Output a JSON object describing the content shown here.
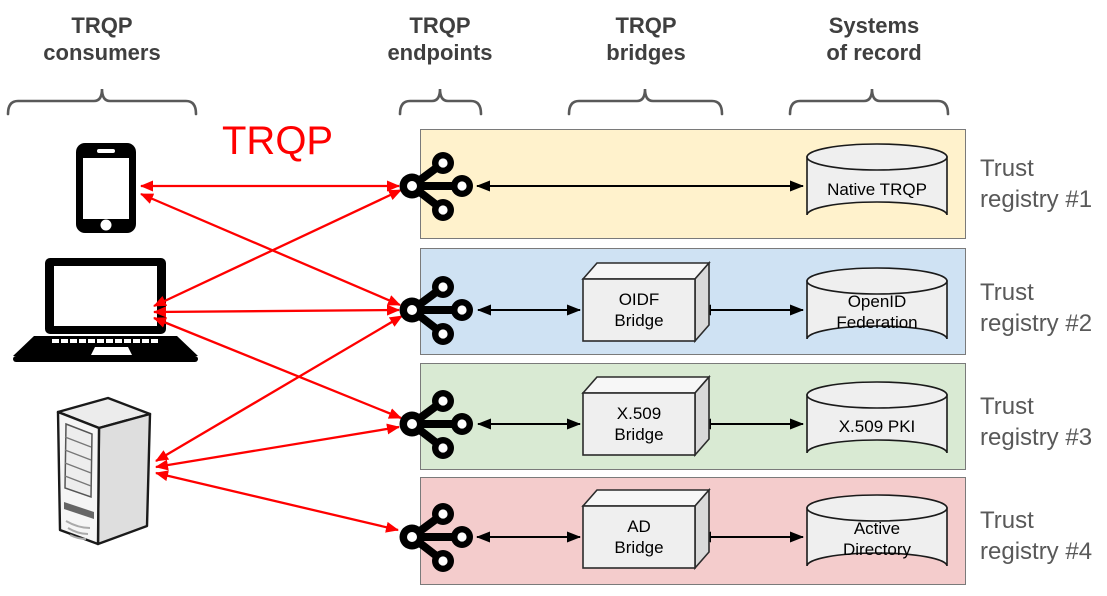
{
  "headers": {
    "consumers": {
      "line1": "TRQP",
      "line2": "consumers"
    },
    "endpoints": {
      "line1": "TRQP",
      "line2": "endpoints"
    },
    "bridges": {
      "line1": "TRQP",
      "line2": "bridges"
    },
    "systems": {
      "line1": "Systems",
      "line2": "of record"
    }
  },
  "protocol_label": "TRQP",
  "consumer_devices": [
    {
      "icon": "smartphone-icon"
    },
    {
      "icon": "laptop-icon"
    },
    {
      "icon": "server-icon"
    }
  ],
  "rows": [
    {
      "band_color": "#fff2cc",
      "system": {
        "line1": "Native TRQP",
        "line2": ""
      },
      "registry": {
        "line1": "Trust",
        "line2": "registry #1"
      }
    },
    {
      "band_color": "#cfe2f3",
      "bridge": {
        "line1": "OIDF",
        "line2": "Bridge"
      },
      "system": {
        "line1": "OpenID",
        "line2": "Federation"
      },
      "registry": {
        "line1": "Trust",
        "line2": "registry #2"
      }
    },
    {
      "band_color": "#d9ead3",
      "bridge": {
        "line1": "X.509",
        "line2": "Bridge"
      },
      "system": {
        "line1": "X.509 PKI",
        "line2": ""
      },
      "registry": {
        "line1": "Trust",
        "line2": "registry #3"
      }
    },
    {
      "band_color": "#f4cccc",
      "bridge": {
        "line1": "AD",
        "line2": "Bridge"
      },
      "system": {
        "line1": "Active",
        "line2": "Directory"
      },
      "registry": {
        "line1": "Trust",
        "line2": "registry #4"
      }
    }
  ],
  "connections": {
    "protocol": "TRQP",
    "red_links": [
      {
        "from": "smartphone",
        "to": "endpoint-1"
      },
      {
        "from": "smartphone",
        "to": "endpoint-2"
      },
      {
        "from": "laptop",
        "to": "endpoint-1"
      },
      {
        "from": "laptop",
        "to": "endpoint-2"
      },
      {
        "from": "laptop",
        "to": "endpoint-3"
      },
      {
        "from": "server",
        "to": "endpoint-2"
      },
      {
        "from": "server",
        "to": "endpoint-3"
      },
      {
        "from": "server",
        "to": "endpoint-4"
      }
    ]
  },
  "colors": {
    "arrow_red": "#ff0000",
    "black": "#000000",
    "band_border": "#7a7a7a",
    "header_text": "#3f3f3f",
    "registry_text": "#595959",
    "shape_fill": "#efefef"
  }
}
